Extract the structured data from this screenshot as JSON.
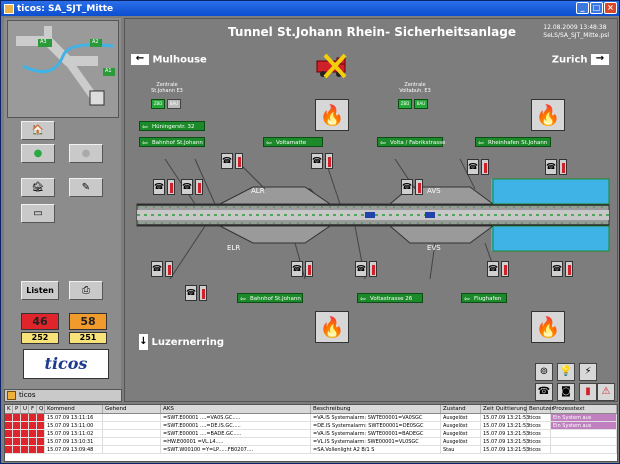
{
  "window": {
    "title": "ticos: SA_SJT_Mitte"
  },
  "left": {
    "listen_label": "Listen",
    "counters": [
      {
        "value": "46",
        "color": "#e0242b"
      },
      {
        "value": "58",
        "color": "#f19b2c"
      },
      {
        "value": "252"
      },
      {
        "value": "251"
      }
    ],
    "logo": "ticos",
    "user": "ticos",
    "map_labels": [
      "A3",
      "A2",
      "A1"
    ]
  },
  "main": {
    "title": "Tunnel St.Johann Rhein- Sicherheitsanlage",
    "date": "12.08.2009   13:48:38",
    "screen": "SeLS/SA_SJT_Mitte.psl",
    "dir_left": "Mulhouse",
    "dir_right": "Zurich",
    "dir_bottom": "Luzernerring",
    "zentrale_left": "Zentrale\nSt.Johann E3",
    "zentrale_right": "Zentrale\nVoltabuh. E3",
    "zbtn_labels": [
      "ZBD",
      "BAU",
      "ZBD",
      "BAU"
    ],
    "exits_top": [
      "Hüningerstr. 32",
      "Bahnhof St.Johann",
      "Voltamatte",
      "Volta / Fabrikstrasse",
      "Rheinhafen St.Johann"
    ],
    "exits_bottom": [
      "Bahnhof St.Johann",
      "Voltastrasse 26",
      "Flughafen"
    ],
    "zones": [
      "ALR",
      "AVS",
      "ELR",
      "EVS"
    ],
    "colors": {
      "water": "#3fb3e6",
      "green": "#1c8a2a"
    }
  },
  "alarms": {
    "headers": [
      "K",
      "P",
      "U",
      "F",
      "Q",
      "Kommend",
      "Gehend",
      "AKS",
      "Beschreibung",
      "Zustand",
      "Zeit Quittierung",
      "Benutzer",
      "Prozesstext"
    ],
    "rows": [
      {
        "kommend": "15.07.09 13:11:16",
        "aks": "=SWT.E00001 ....=VA0S.GC.....",
        "beschreibung": "=VA.IS Systemalarm: SWTE00001=VA0SGC",
        "zustand": "Ausgelöst",
        "quitt": "15.07.09 13:21:53",
        "benutzer": "ticos",
        "prozess": "Ein System aus"
      },
      {
        "kommend": "15.07.09 13:11:00",
        "aks": "=SWT.E00001 ....=DE.IS.GC.....",
        "beschreibung": "=DE.IS Systemalarm: SWTE00001=DE0SGC",
        "zustand": "Ausgelöst",
        "quitt": "15.07.09 13:21:53",
        "benutzer": "ticos",
        "prozess": "Ein System aus"
      },
      {
        "kommend": "15.07.09 13:11:02",
        "aks": "=SWT.E00001 ....=BADE.GC.....",
        "beschreibung": "=VA.IS Systemalarm: SWTE00001=BADEGC",
        "zustand": "Ausgelöst",
        "quitt": "15.07.09 13:21:53",
        "benutzer": "ticos",
        "prozess": ""
      },
      {
        "kommend": "15.07.09 13:10:31",
        "aks": "=HW.E00001 =VL.L4.....",
        "beschreibung": "=VL.IS Systemalarm: SWE00001=VL0SGC",
        "zustand": "Ausgelöst",
        "quitt": "15.07.09 13:21:53",
        "benutzer": "ticos",
        "prozess": ""
      },
      {
        "kommend": "15.07.09 13:09:48",
        "aks": "=SWT.W00100 =Y=LP......FB0207....",
        "beschreibung": "=SA.Vollenlight A2 B/1 S",
        "zustand": "Stau",
        "quitt": "15.07.09 13:21:53",
        "benutzer": "ticos",
        "prozess": ""
      }
    ]
  }
}
